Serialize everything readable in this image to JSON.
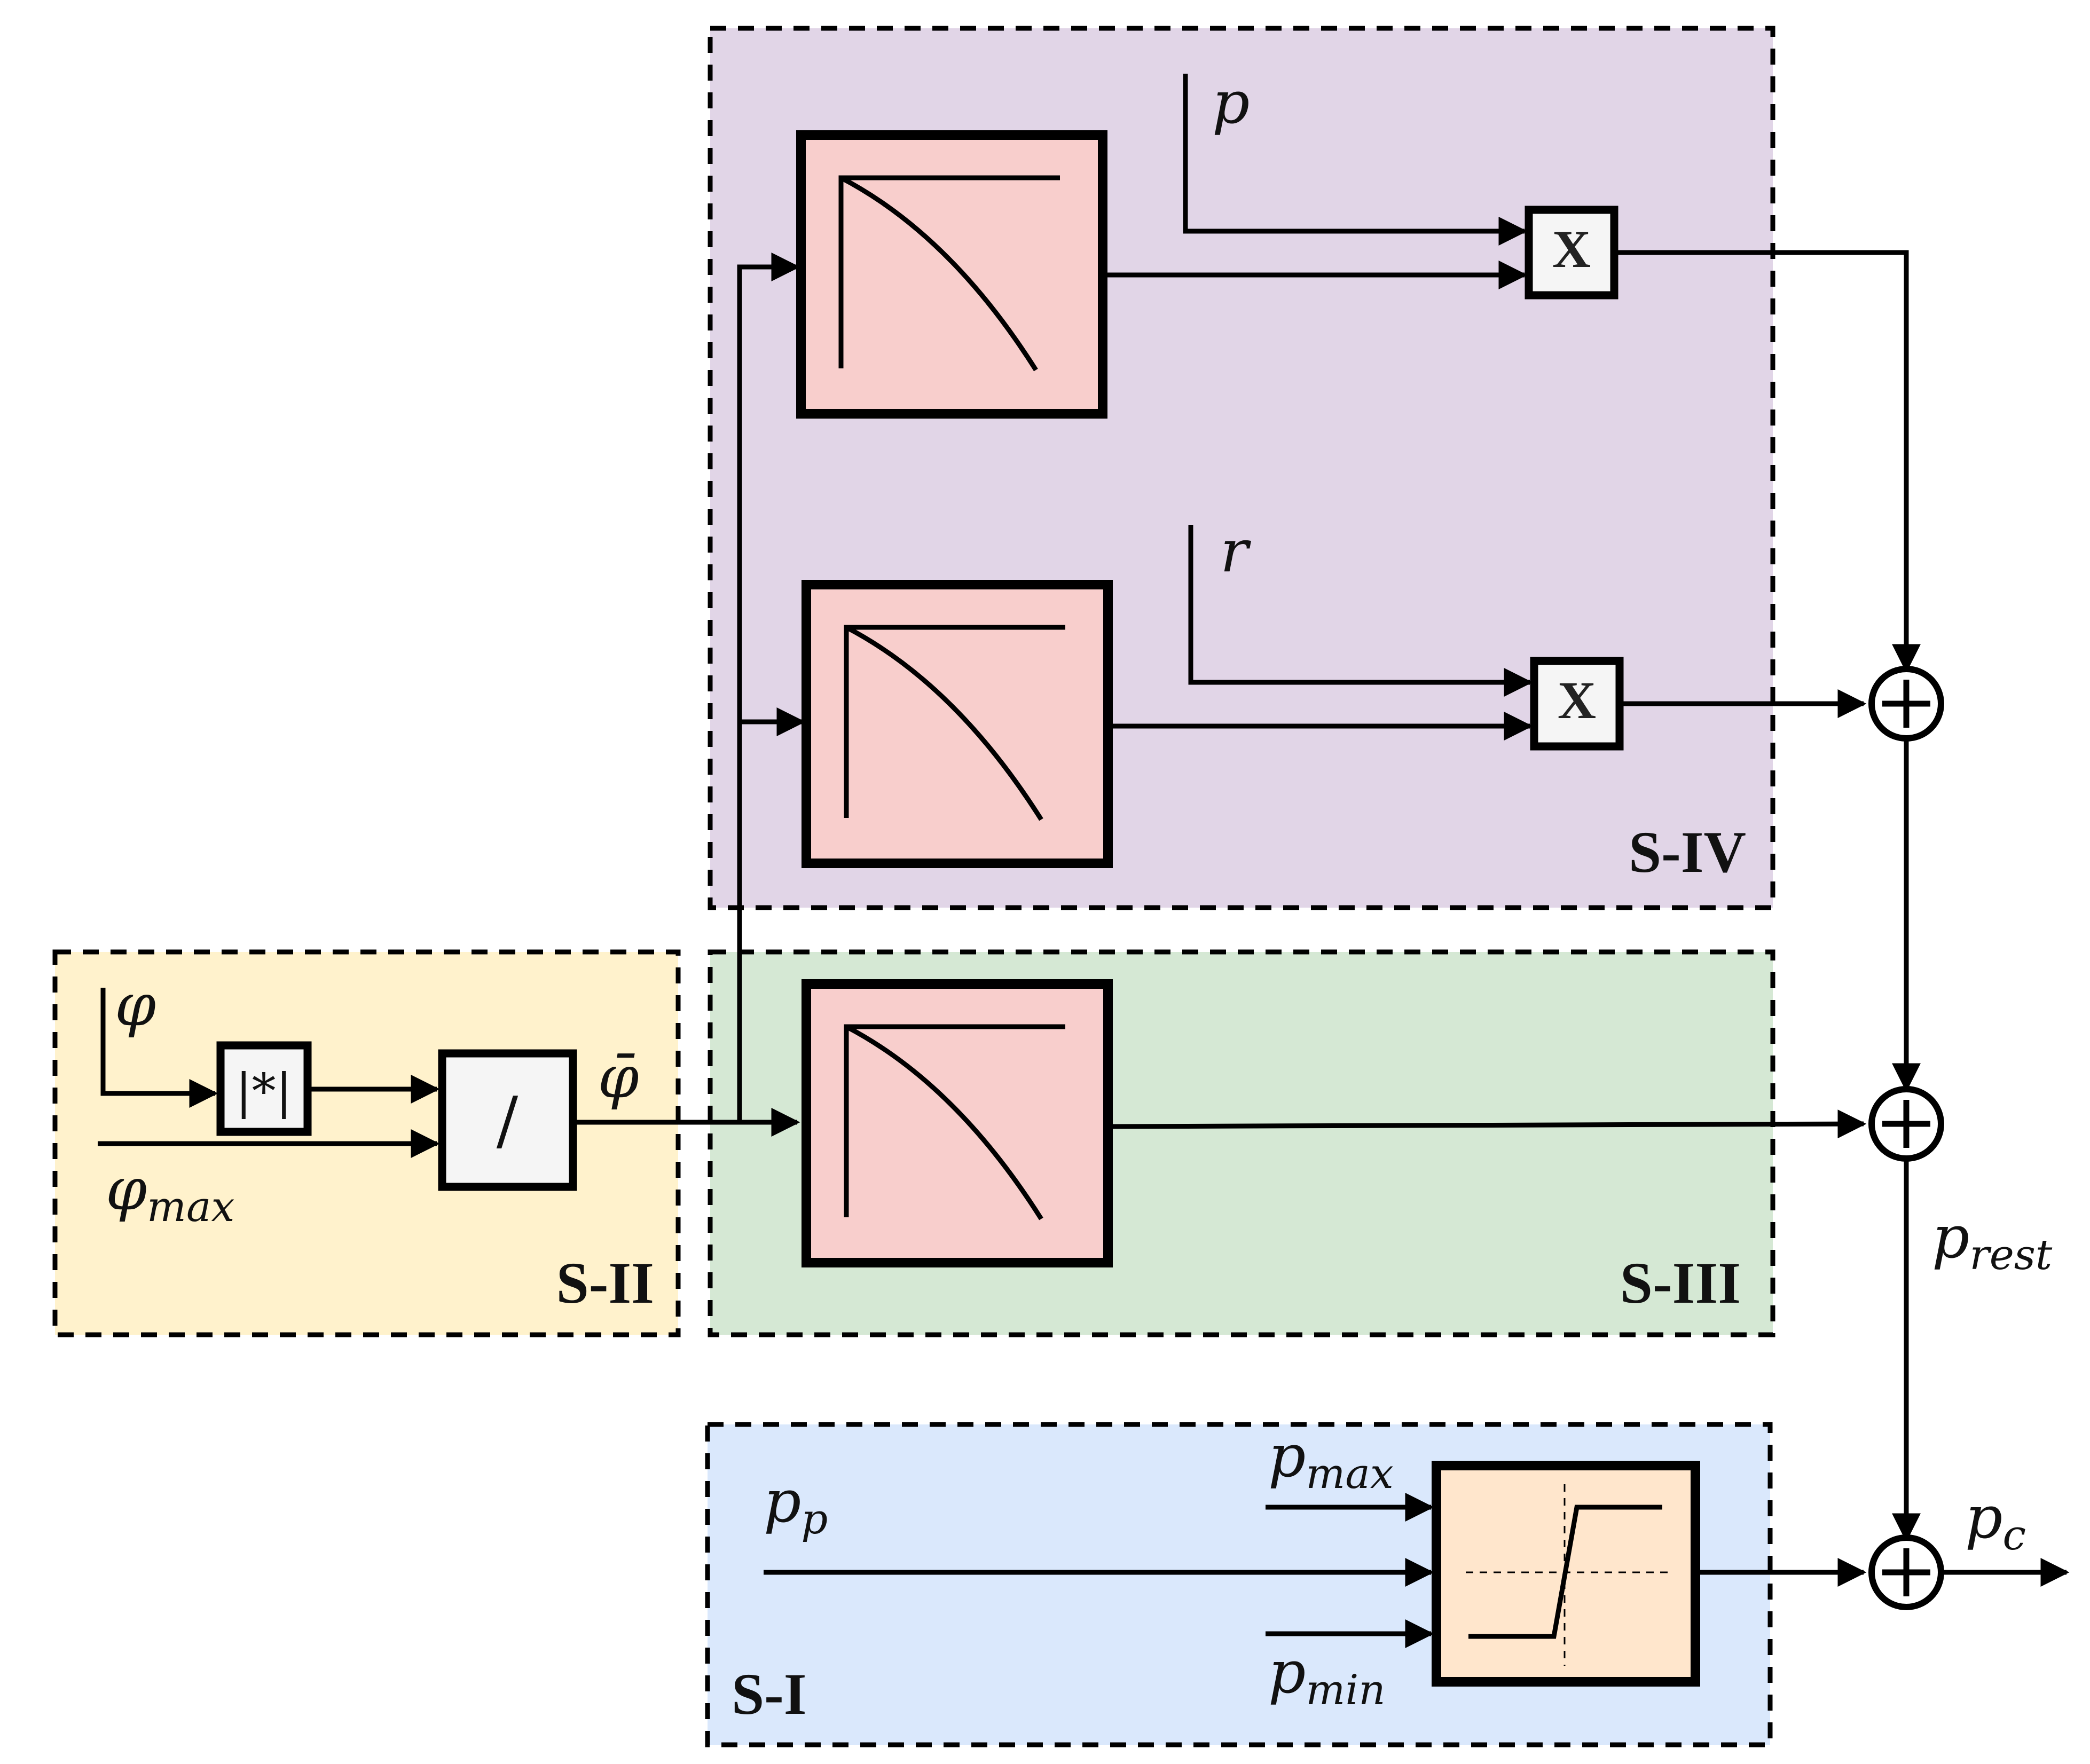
{
  "sections": {
    "s1": {
      "label": "S-I",
      "fill": "#dae8fc"
    },
    "s2": {
      "label": "S-II",
      "fill": "#fff2cc"
    },
    "s3": {
      "label": "S-III",
      "fill": "#d5e8d4"
    },
    "s4": {
      "label": "S-IV",
      "fill": "#e1d5e7"
    }
  },
  "blocks": {
    "curve_fill": "#f8cecc",
    "saturation_fill": "#ffe6cc",
    "op_fill": "#f5f5f5",
    "abs_label": "|*|",
    "divide_label": "/",
    "multiply_label": "X"
  },
  "signals": {
    "phi": "φ",
    "phi_max_base": "φ",
    "phi_max_sub": "max",
    "phi_bar": "φ̄",
    "p": "p",
    "r": "r",
    "p_p_base": "p",
    "p_p_sub": "p",
    "p_max_base": "p",
    "p_max_sub": "max",
    "p_min_base": "p",
    "p_min_sub": "min",
    "p_rest_base": "p",
    "p_rest_sub": "rest",
    "p_c_base": "p",
    "p_c_sub": "c"
  }
}
